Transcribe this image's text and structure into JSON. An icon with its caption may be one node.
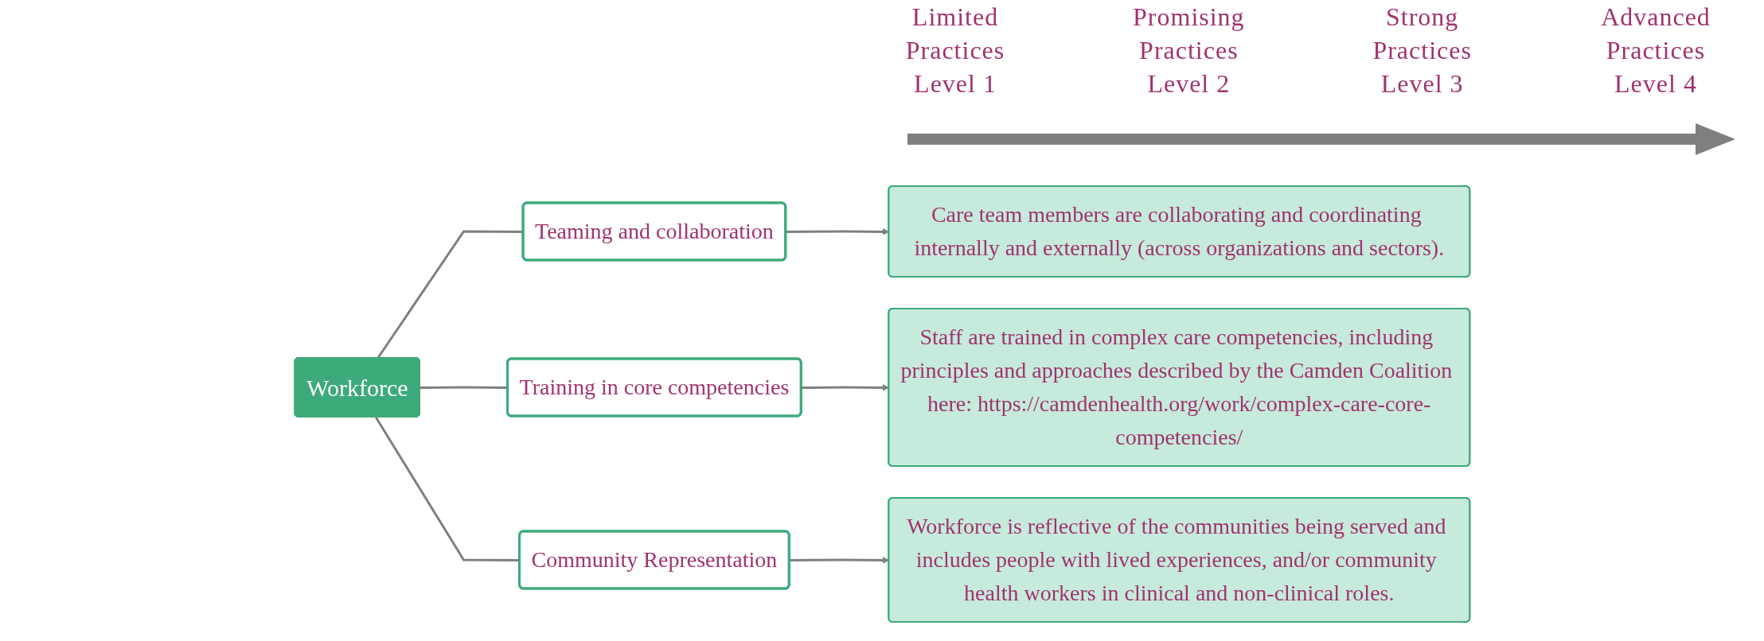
{
  "diagram": {
    "nodes": [
      {
        "text": [
          "Workforce"
        ]
      },
      {
        "text": [
          "Teaming and collaboration"
        ]
      },
      {
        "text": [
          "Training in core competencies"
        ]
      },
      {
        "text": [
          "Community Representation"
        ]
      },
      {
        "text": [
          "Care team members are collaborating and coordinating internally and externally (across organizations and sectors)."
        ]
      },
      {
        "text": [
          "Staff are trained in complex care competencies, including principles and approaches described by the Camden Coalition here: https://camdenhealth.org/work/complex-care-core-competencies/"
        ]
      },
      {
        "text": [
          "Workforce is reflective of the communities being served and includes people with lived experiences, and/or community health workers in clinical and non-clinical roles."
        ]
      }
    ],
    "edges": [
      {
        "from": 0,
        "to": 1,
        "arrow": "none"
      },
      {
        "from": 0,
        "to": 2,
        "arrow": "none"
      },
      {
        "from": 0,
        "to": 3,
        "arrow": "none"
      },
      {
        "from": 1,
        "to": 4,
        "arrow": "to"
      },
      {
        "from": 2,
        "to": 5,
        "arrow": "to"
      },
      {
        "from": 3,
        "to": 6,
        "arrow": "to"
      }
    ],
    "labels": [
      "Limited Practices Level 1",
      "Promising Practices Level 2",
      "Strong Practices Level 3",
      "Advanced Practices Level 4"
    ]
  }
}
